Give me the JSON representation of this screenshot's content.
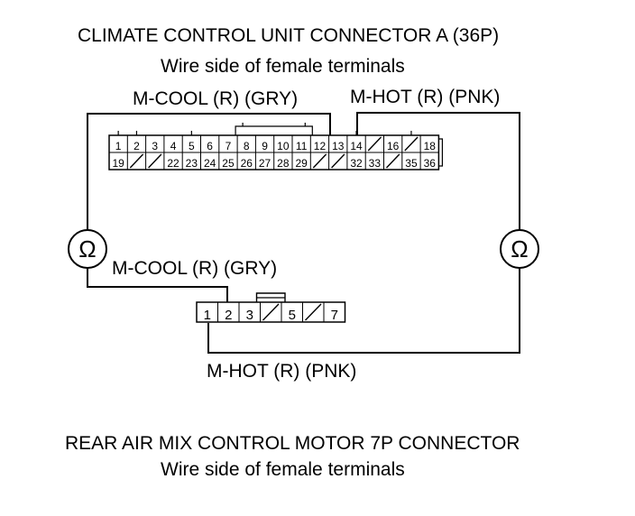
{
  "top_connector": {
    "title": "CLIMATE CONTROL UNIT CONNECTOR A (36P)",
    "subtitle": "Wire side of female terminals",
    "wire_left_label": "M-COOL (R) (GRY)",
    "wire_right_label": "M-HOT (R) (PNK)",
    "row1": [
      "1",
      "2",
      "3",
      "4",
      "5",
      "6",
      "7",
      "8",
      "9",
      "10",
      "11",
      "12",
      "13",
      "14",
      "",
      "16",
      "",
      "18"
    ],
    "row2": [
      "19",
      "",
      "",
      "22",
      "23",
      "24",
      "25",
      "26",
      "27",
      "28",
      "29",
      "",
      "",
      "32",
      "33",
      "",
      "35",
      "36"
    ]
  },
  "meter_left": {
    "symbol": "Ω"
  },
  "meter_right": {
    "symbol": "Ω"
  },
  "bottom_connector": {
    "title": "REAR AIR MIX CONTROL MOTOR 7P CONNECTOR",
    "subtitle": "Wire side of female terminals",
    "wire_cool_label": "M-COOL (R) (GRY)",
    "wire_hot_label": "M-HOT (R) (PNK)",
    "pins": [
      "1",
      "2",
      "3",
      "",
      "5",
      "",
      "7"
    ]
  },
  "colors": {
    "line": "#000000",
    "background": "#ffffff"
  }
}
